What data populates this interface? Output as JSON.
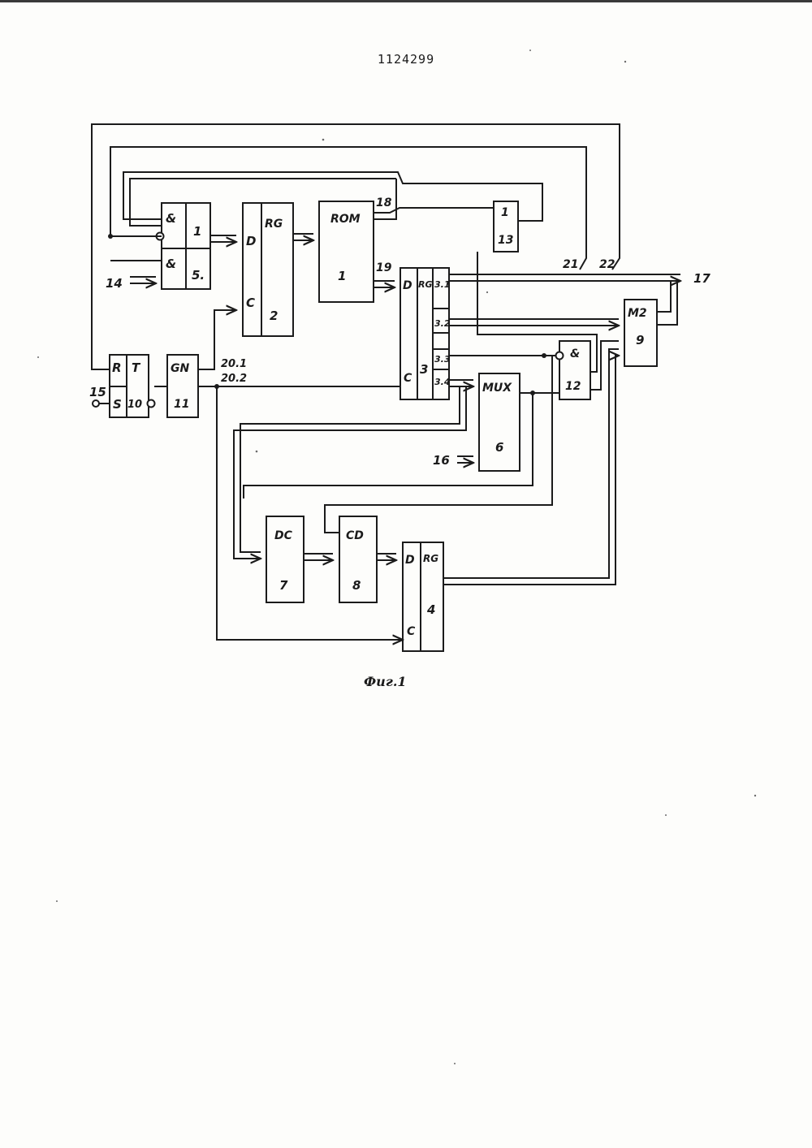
{
  "document": {
    "patent_number": "1124299",
    "figure_caption": "Фиг.1"
  },
  "blocks": {
    "and_gate_1": {
      "symbol": "&",
      "number": "1"
    },
    "and_gate_5": {
      "symbol": "&",
      "number": "5."
    },
    "register_2": {
      "title": "RG",
      "d_input": "D",
      "c_input": "C",
      "number": "2"
    },
    "rom_1": {
      "title": "ROM",
      "number": "1"
    },
    "register_3": {
      "d_input": "D",
      "title": "RG",
      "c_input": "C",
      "number": "3",
      "outputs": [
        "3.1",
        "3.2",
        "3.3",
        "3.4"
      ]
    },
    "or_gate_13": {
      "symbol": "1",
      "number": "13"
    },
    "trigger_10": {
      "r_input": "R",
      "t_label": "T",
      "s_input": "S",
      "number": "10"
    },
    "generator_11": {
      "title": "GN",
      "number": "11"
    },
    "mux_6": {
      "title": "MUX",
      "number": "6"
    },
    "and_gate_12": {
      "symbol": "&",
      "number": "12"
    },
    "xor_9": {
      "title": "M2",
      "number": "9"
    },
    "decoder_7": {
      "title": "DC",
      "number": "7"
    },
    "counter_8": {
      "title": "CD",
      "number": "8"
    },
    "register_4": {
      "d_input": "D",
      "title": "RG",
      "c_input": "C",
      "number": "4"
    }
  },
  "signals": {
    "input_14": "14",
    "input_15": "15",
    "input_16": "16",
    "output_17": "17",
    "bus_18": "18",
    "bus_19": "19",
    "clock_20_1": "20.1",
    "clock_20_2": "20.2",
    "line_21": "21",
    "line_22": "22"
  }
}
